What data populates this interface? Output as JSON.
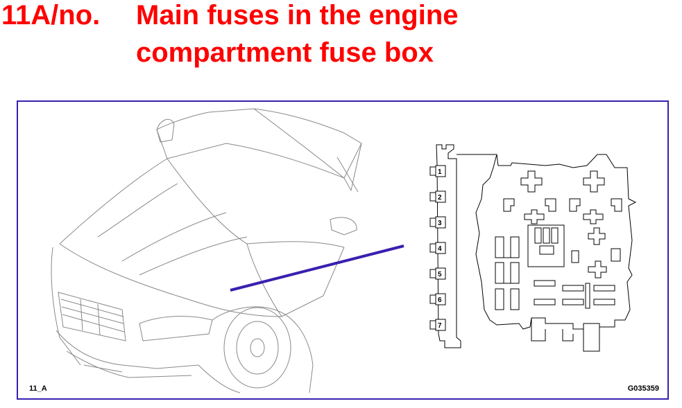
{
  "title": {
    "number": "11A/no.",
    "line1": "Main fuses in the engine",
    "line2": "compartment fuse box"
  },
  "figure": {
    "code_left": "11_A",
    "code_right": "G035359",
    "fuses": [
      "1",
      "2",
      "3",
      "4",
      "5",
      "6",
      "7"
    ]
  },
  "colors": {
    "title": "#ff0000",
    "frame": "#3a1fb0",
    "pointer": "#3a1fb0"
  }
}
